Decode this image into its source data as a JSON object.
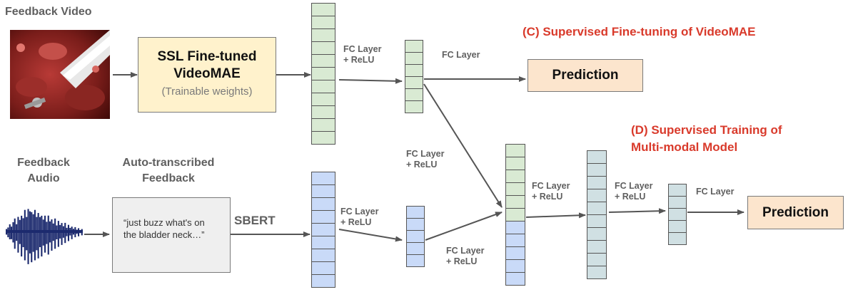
{
  "colors": {
    "green_cell": "#d9ead3",
    "blue_cell": "#c9daf8",
    "gray_cell": "#d0e0e3",
    "videomae_box": "#fff2cc",
    "prediction_box": "#fce5cd",
    "transcript_box": "#efefef",
    "heading_red": "#d93a2b",
    "waveform": "#1c2a6e"
  },
  "labels": {
    "feedback_video": "Feedback Video",
    "feedback_audio_line1": "Feedback",
    "feedback_audio_line2": "Audio",
    "auto_transcribed_line1": "Auto-transcribed",
    "auto_transcribed_line2": "Feedback",
    "videomae_line1": "SSL Fine-tuned",
    "videomae_line2": "VideoMAE",
    "videomae_note": "(Trainable weights)",
    "transcript_quote": "“just buzz what's on the bladder neck…”",
    "sbert": "SBERT",
    "fc_relu_line1": "FC Layer",
    "fc_relu_line2": "+ ReLU",
    "fc_layer": "FC Layer",
    "prediction": "Prediction",
    "heading_c": "(C) Supervised Fine-tuning of VideoMAE",
    "heading_d_line1": "(D) Supervised Training of",
    "heading_d_line2": "Multi-modal Model"
  },
  "icons": {
    "video_thumbnail": "surgical-video-frame-icon",
    "audio_waveform": "audio-waveform-icon"
  }
}
